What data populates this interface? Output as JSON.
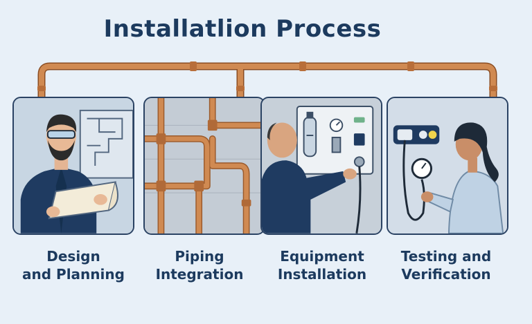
{
  "title": "Installatlion Process",
  "colors": {
    "background": "#e8f0f8",
    "title": "#1c3a5e",
    "pipe": "#c47a43",
    "panel_border": "#2a4263",
    "uniform": "#1f3b61"
  },
  "steps": [
    {
      "line1": "Design",
      "line2": "and Planning",
      "icon": "engineer-with-blueprint"
    },
    {
      "line1": "Piping",
      "line2": "Integration",
      "icon": "copper-pipes"
    },
    {
      "line1": "Equipment",
      "line2": "Installation",
      "icon": "technician-at-control-panel"
    },
    {
      "line1": "Testing and",
      "line2": "Verification",
      "icon": "tester-with-gauge"
    }
  ]
}
